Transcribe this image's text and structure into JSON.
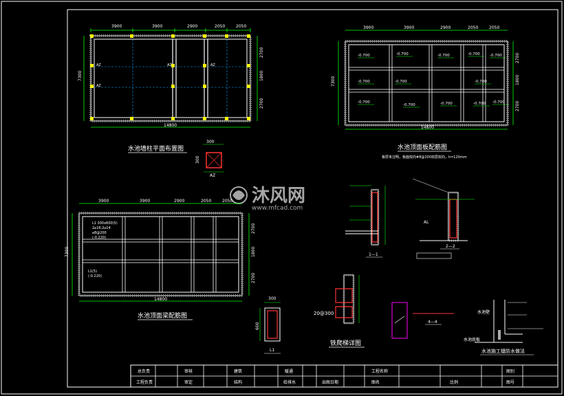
{
  "plan1": {
    "title": "水池墙柱平面布置图",
    "dims_top": [
      "3900",
      "3900",
      "2900",
      "2050",
      "2050"
    ],
    "dims_right": [
      "2700",
      "1800",
      "2700"
    ],
    "dim_left": "7300",
    "dim_bottom": "14800",
    "col_label": "AZ"
  },
  "plan2": {
    "title": "水池顶面板配筋图",
    "note": "板厚未注明，板面双向#8@200双层双向，h=120mm",
    "dims_top": [
      "3900",
      "3900",
      "2900",
      "2050",
      "2050"
    ],
    "dims_right": [
      "2700",
      "1800",
      "2700"
    ],
    "dim_left": "7300",
    "dim_bottom": "14800",
    "level": "-0.700"
  },
  "plan3": {
    "title": "水池顶面梁配筋图",
    "dims_top": [
      "3900",
      "3900",
      "2900",
      "2050",
      "2050"
    ],
    "dims_right": [
      "2700",
      "1800",
      "2700"
    ],
    "dim_left": "7300",
    "dim_bottom": "14800",
    "beam_note_1": "L1 300x600(5)",
    "beam_note_2": "2⌀16;2⌀14",
    "beam_note_3": "⌀8@200",
    "beam_note_4": "(-0.220)",
    "beam_note_5": "L1(5)",
    "beam_note_6": "(-0.220)"
  },
  "az_detail": {
    "dim": "300",
    "dim_side": "300",
    "label": "AZ"
  },
  "l1_detail": {
    "dim_top": "300",
    "dim_side": "600",
    "label": "L1"
  },
  "section_1_1": {
    "label": "1—1"
  },
  "section_2_2": {
    "label": "2—2",
    "tag": "AL"
  },
  "ladder": {
    "title": "铁爬梯详图",
    "spacing": "20@300"
  },
  "section_4_4": {
    "label": "4—4"
  },
  "waterproof": {
    "title": "水池施工缝防水做法",
    "label1": "水池壁",
    "label2": "水池底板"
  },
  "watermark": {
    "text": "沐风网",
    "url": "www.mfcad.com"
  },
  "titleblock": {
    "r1": [
      "总负责",
      "审核",
      "建筑",
      "暖通",
      "工程名称",
      "图别"
    ],
    "r2": [
      "工程负责",
      "审定",
      "结构",
      "给排水",
      "出图日期",
      "图名",
      "比例",
      "图号"
    ]
  }
}
